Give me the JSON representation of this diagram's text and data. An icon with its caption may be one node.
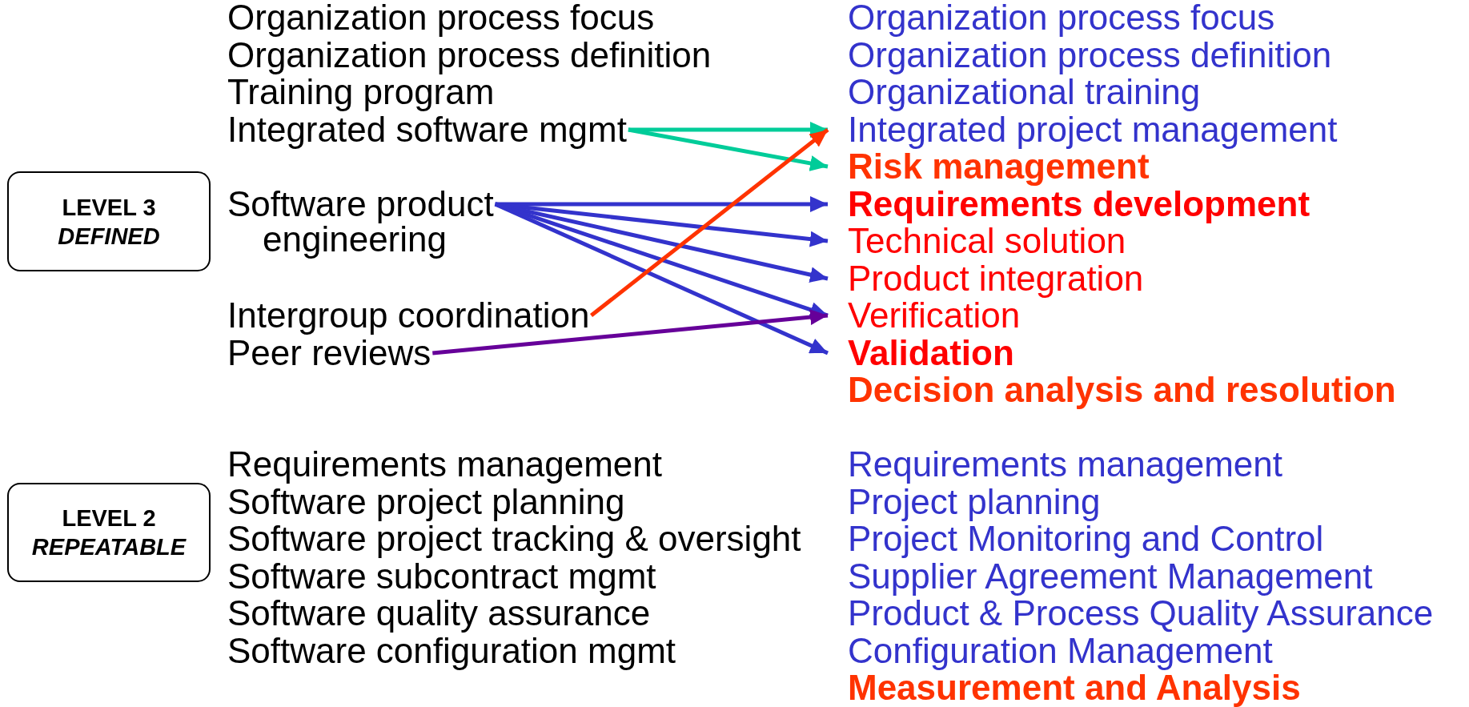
{
  "diagram": {
    "nodes": [
      {
        "text": [
          "LEVEL 3",
          "DEFINED"
        ]
      },
      {
        "text": [
          "Integrated software mgmt"
        ]
      },
      {
        "text": [
          "Software product engineering"
        ]
      },
      {
        "text": [
          "Intergroup coordination"
        ]
      },
      {
        "text": [
          "Peer reviews"
        ]
      },
      {
        "text": [
          "Integrated project management"
        ]
      },
      {
        "text": [
          "Risk management"
        ]
      },
      {
        "text": [
          "Requirements development"
        ]
      },
      {
        "text": [
          "Technical solution"
        ]
      },
      {
        "text": [
          "Product integration"
        ]
      },
      {
        "text": [
          "Verification"
        ]
      },
      {
        "text": [
          "Validation"
        ]
      },
      {
        "text": [
          "LEVEL 2",
          "REPEATABLE"
        ]
      }
    ],
    "edges": [
      {
        "from": 1,
        "to": 5,
        "arrow": "to",
        "color": "#00cc99"
      },
      {
        "from": 1,
        "to": 6,
        "arrow": "to",
        "color": "#00cc99"
      },
      {
        "from": 2,
        "to": 7,
        "arrow": "to"
      },
      {
        "from": 2,
        "to": 8,
        "arrow": "to"
      },
      {
        "from": 2,
        "to": 9,
        "arrow": "to"
      },
      {
        "from": 2,
        "to": 10,
        "arrow": "to"
      },
      {
        "from": 2,
        "to": 11,
        "arrow": "to"
      },
      {
        "from": 3,
        "to": 5,
        "arrow": "to",
        "color": "#ff3300"
      },
      {
        "from": 4,
        "to": 10,
        "arrow": "to",
        "color": "#660099"
      }
    ],
    "labels": [
      "Organization process focus",
      "Organization process definition",
      "Training program",
      "Organization process focus",
      "Organization process definition",
      "Organizational training",
      "Decision analysis and resolution",
      "Requirements management",
      "Software project planning",
      "Software project tracking & oversight",
      "Software subcontract mgmt",
      "Software quality assurance",
      "Software configuration mgmt",
      "Requirements management",
      "Project planning",
      "Project Monitoring and Control",
      "Supplier Agreement Management",
      "Product & Process Quality Assurance",
      "Configuration Management",
      "Measurement and Analysis"
    ]
  }
}
